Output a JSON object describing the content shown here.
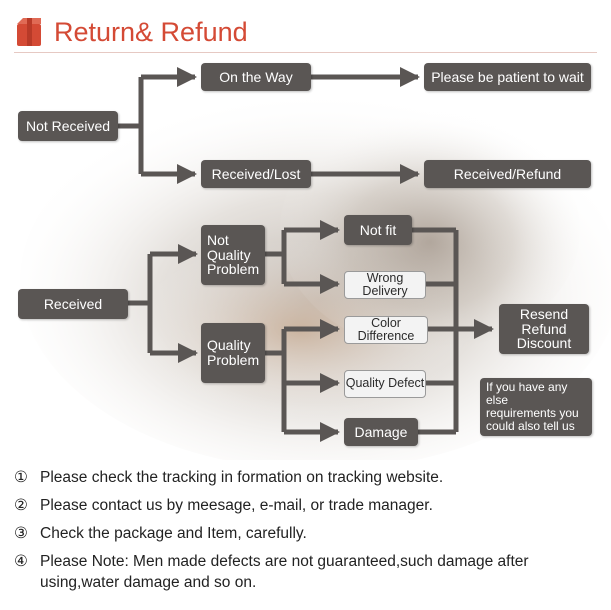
{
  "header": {
    "title": "Return& Refund",
    "icon": "package-icon",
    "accent": "#d44a35"
  },
  "diagram": {
    "not_received": "Not Received",
    "on_the_way": "On the Way",
    "please_wait": "Please be patient to wait",
    "received_lost": "Received/Lost",
    "received_refund": "Received/Refund",
    "received": "Received",
    "not_quality_problem": "Not\nQuality\nProblem",
    "quality_problem": "Quality\nProblem",
    "not_fit": "Not fit",
    "wrong_delivery": "Wrong Delivery",
    "color_difference": "Color Difference",
    "quality_defect": "Quality Defect",
    "damage": "Damage",
    "resend_refund_discount": "Resend\nRefund\nDiscount",
    "note": "If you have any else\nrequirements you\ncould also tell us"
  },
  "steps": [
    {
      "num": "①",
      "text": "Please check the tracking in formation on tracking website."
    },
    {
      "num": "②",
      "text": "Please contact us by meesage, e-mail, or trade manager."
    },
    {
      "num": "③",
      "text": "Check the package and Item, carefully."
    },
    {
      "num": "④",
      "text": "Please Note: Men made defects  are not guaranteed,such damage after using,water damage and so on."
    }
  ]
}
